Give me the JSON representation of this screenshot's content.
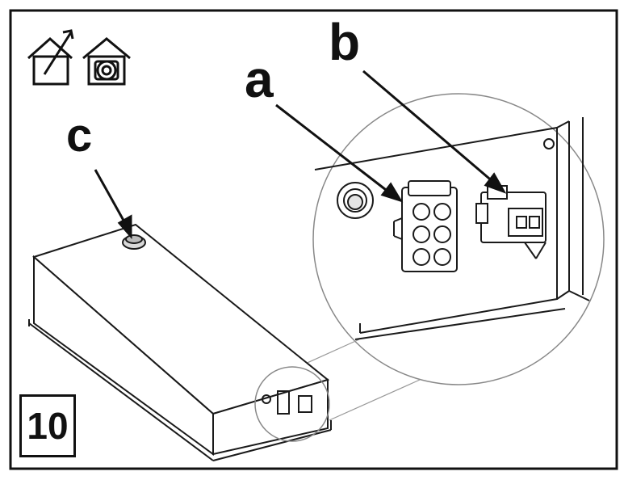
{
  "figure": {
    "step_number": "10",
    "callouts": [
      {
        "id": "a",
        "text": "a"
      },
      {
        "id": "b",
        "text": "b"
      },
      {
        "id": "c",
        "text": "c"
      }
    ],
    "icons": [
      "house-install-icon",
      "house-service-icon"
    ],
    "colors": {
      "line": "#1a1a1a",
      "background": "#ffffff",
      "shade": "#d9d9d9"
    }
  }
}
